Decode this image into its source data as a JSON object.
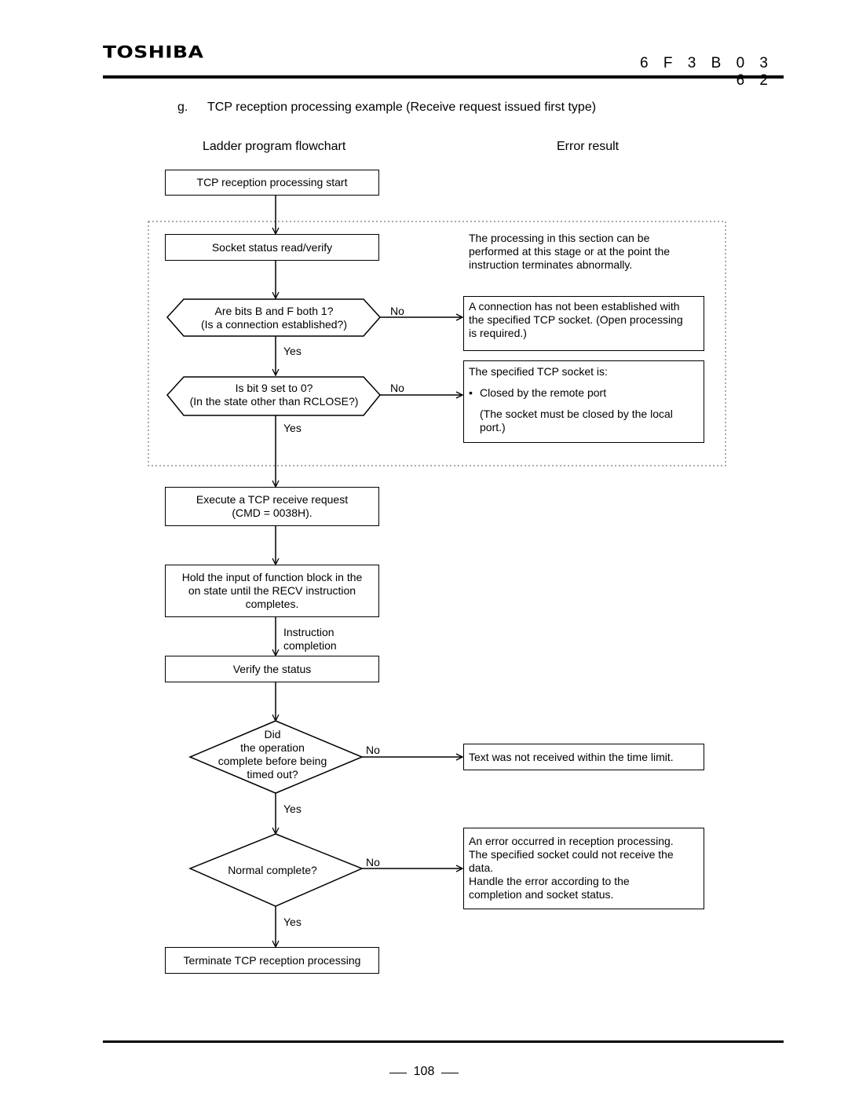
{
  "header": {
    "logo": "TOSHIBA",
    "doc_number": "6 F 3 B 0 3 6 2"
  },
  "section": {
    "marker": "g.",
    "title": "TCP reception processing example (Receive request issued first type)",
    "left_heading": "Ladder program flowchart",
    "right_heading": "Error result"
  },
  "flow": {
    "start": "TCP reception processing start",
    "socket_status": "Socket status read/verify",
    "decision1": [
      "Are bits B and F both 1?",
      "(Is a connection established?)"
    ],
    "decision2": [
      "Is bit 9 set to 0?",
      "(In the state other than RCLOSE?)"
    ],
    "execute": [
      "Execute a TCP receive request",
      "(CMD = 0038H)."
    ],
    "hold": [
      "Hold the input of function block in the",
      "on state until the RECV instruction",
      "completes."
    ],
    "instruction_completion": [
      "Instruction",
      "completion"
    ],
    "verify": "Verify the status",
    "decision3": [
      "Did",
      "the operation",
      "complete before being",
      "timed out?"
    ],
    "decision4": "Normal complete?",
    "terminate": "Terminate TCP reception processing",
    "yes": "Yes",
    "no": "No"
  },
  "notes": {
    "section_note": [
      "The processing in this section can be",
      "performed at this stage or at the point the",
      "instruction terminates abnormally."
    ],
    "error1": [
      "A connection has not been established with",
      "the specified TCP socket. (Open processing",
      "is required.)"
    ],
    "error2_title": "The specified TCP socket is:",
    "error2_bullet_char": "•",
    "error2_bullet": "Closed by the remote port",
    "error2_detail": [
      "(The socket must be closed by the local",
      "port.)"
    ],
    "error3": "Text was not received within the time limit.",
    "error4": [
      "An error occurred in reception processing.",
      "The specified socket could not receive the",
      "data.",
      "Handle the error according to the",
      "completion and socket status."
    ]
  },
  "footer": {
    "page_number": "108"
  }
}
